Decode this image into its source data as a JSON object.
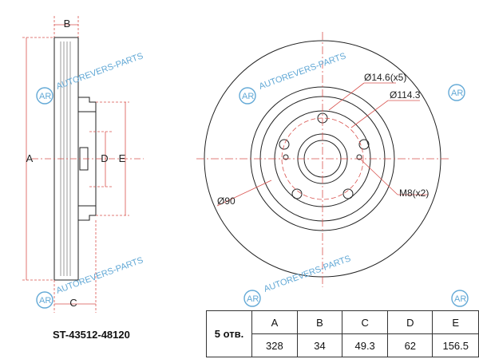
{
  "part_number": "ST-43512-48120",
  "dimension_letters": {
    "A": "A",
    "B": "B",
    "C": "C",
    "D": "D",
    "E": "E"
  },
  "annotations": {
    "bolt_hole": "Ø14.6(x5)",
    "pcd": "Ø114.3",
    "hub_bore": "Ø90",
    "thread": "M8(x2)"
  },
  "watermark": {
    "brand": "AUTOREVERS-PARTS",
    "logo_letters": "AR",
    "color": "#63a9d6"
  },
  "specs": {
    "holes_label": "5 отв.",
    "headers": [
      "A",
      "B",
      "C",
      "D",
      "E"
    ],
    "values": [
      "328",
      "34",
      "49.3",
      "62",
      "156.5"
    ]
  },
  "colors": {
    "dimension_line": "#d9534f",
    "outline": "#222222"
  }
}
